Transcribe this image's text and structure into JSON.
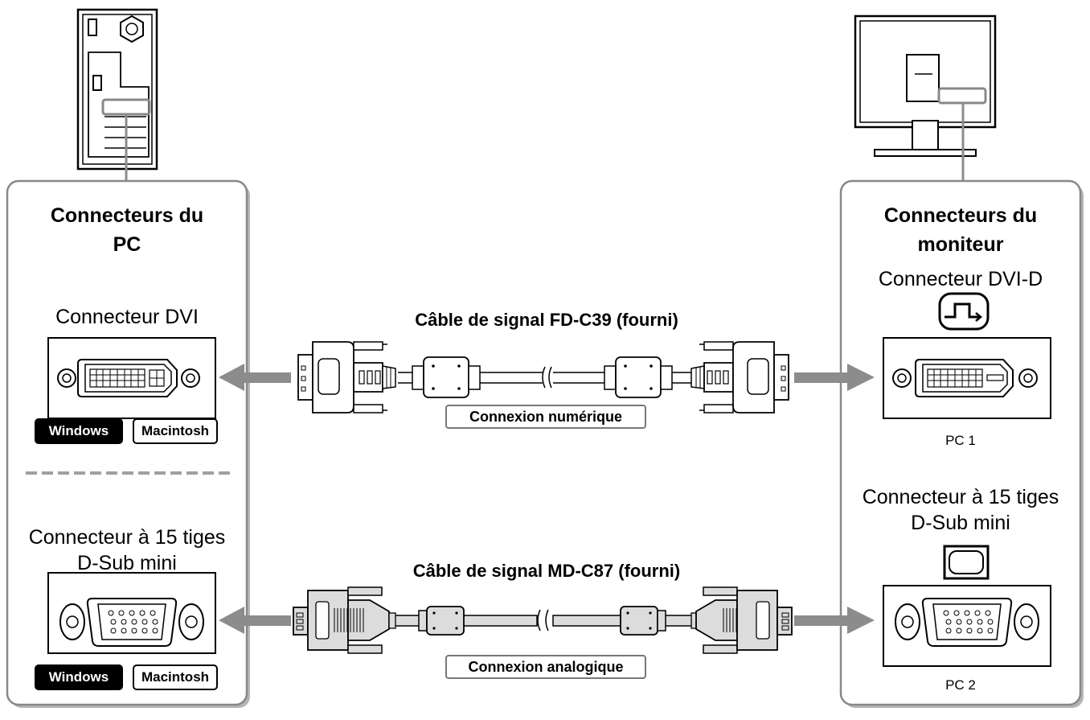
{
  "left_panel": {
    "title_line1": "Connecteurs du",
    "title_line2": "PC",
    "dvi": {
      "label": "Connecteur DVI",
      "os_badges": [
        "Windows",
        "Macintosh"
      ]
    },
    "dsub": {
      "label_line1": "Connecteur à 15 tiges",
      "label_line2": "D-Sub mini",
      "os_badges": [
        "Windows",
        "Macintosh"
      ]
    }
  },
  "right_panel": {
    "title_line1": "Connecteurs du",
    "title_line2": "moniteur",
    "dvi": {
      "label": "Connecteur DVI-D",
      "input_label": "PC 1"
    },
    "dsub": {
      "label_line1": "Connecteur à 15 tiges",
      "label_line2": "D-Sub mini",
      "input_label": "PC 2"
    }
  },
  "cables": {
    "digital": {
      "title": "Câble de signal FD-C39 (fourni)",
      "connection": "Connexion numérique"
    },
    "analog": {
      "title": "Câble de signal MD-C87 (fourni)",
      "connection": "Connexion analogique"
    }
  },
  "colors": {
    "arrow": "#8c8c8c",
    "panel_border": "#888888",
    "panel_shadow": "#b5b5b5",
    "leader_line": "#8c8c8c",
    "cable_fill": "#dcdcdc",
    "badge_dark": "#000000"
  },
  "icons": [
    "pc-tower-icon",
    "monitor-icon",
    "digital-signal-icon",
    "analog-signal-icon",
    "dvi-port-icon",
    "dvi-d-port-icon",
    "dsub-port-icon",
    "ferrite-core-icon"
  ]
}
